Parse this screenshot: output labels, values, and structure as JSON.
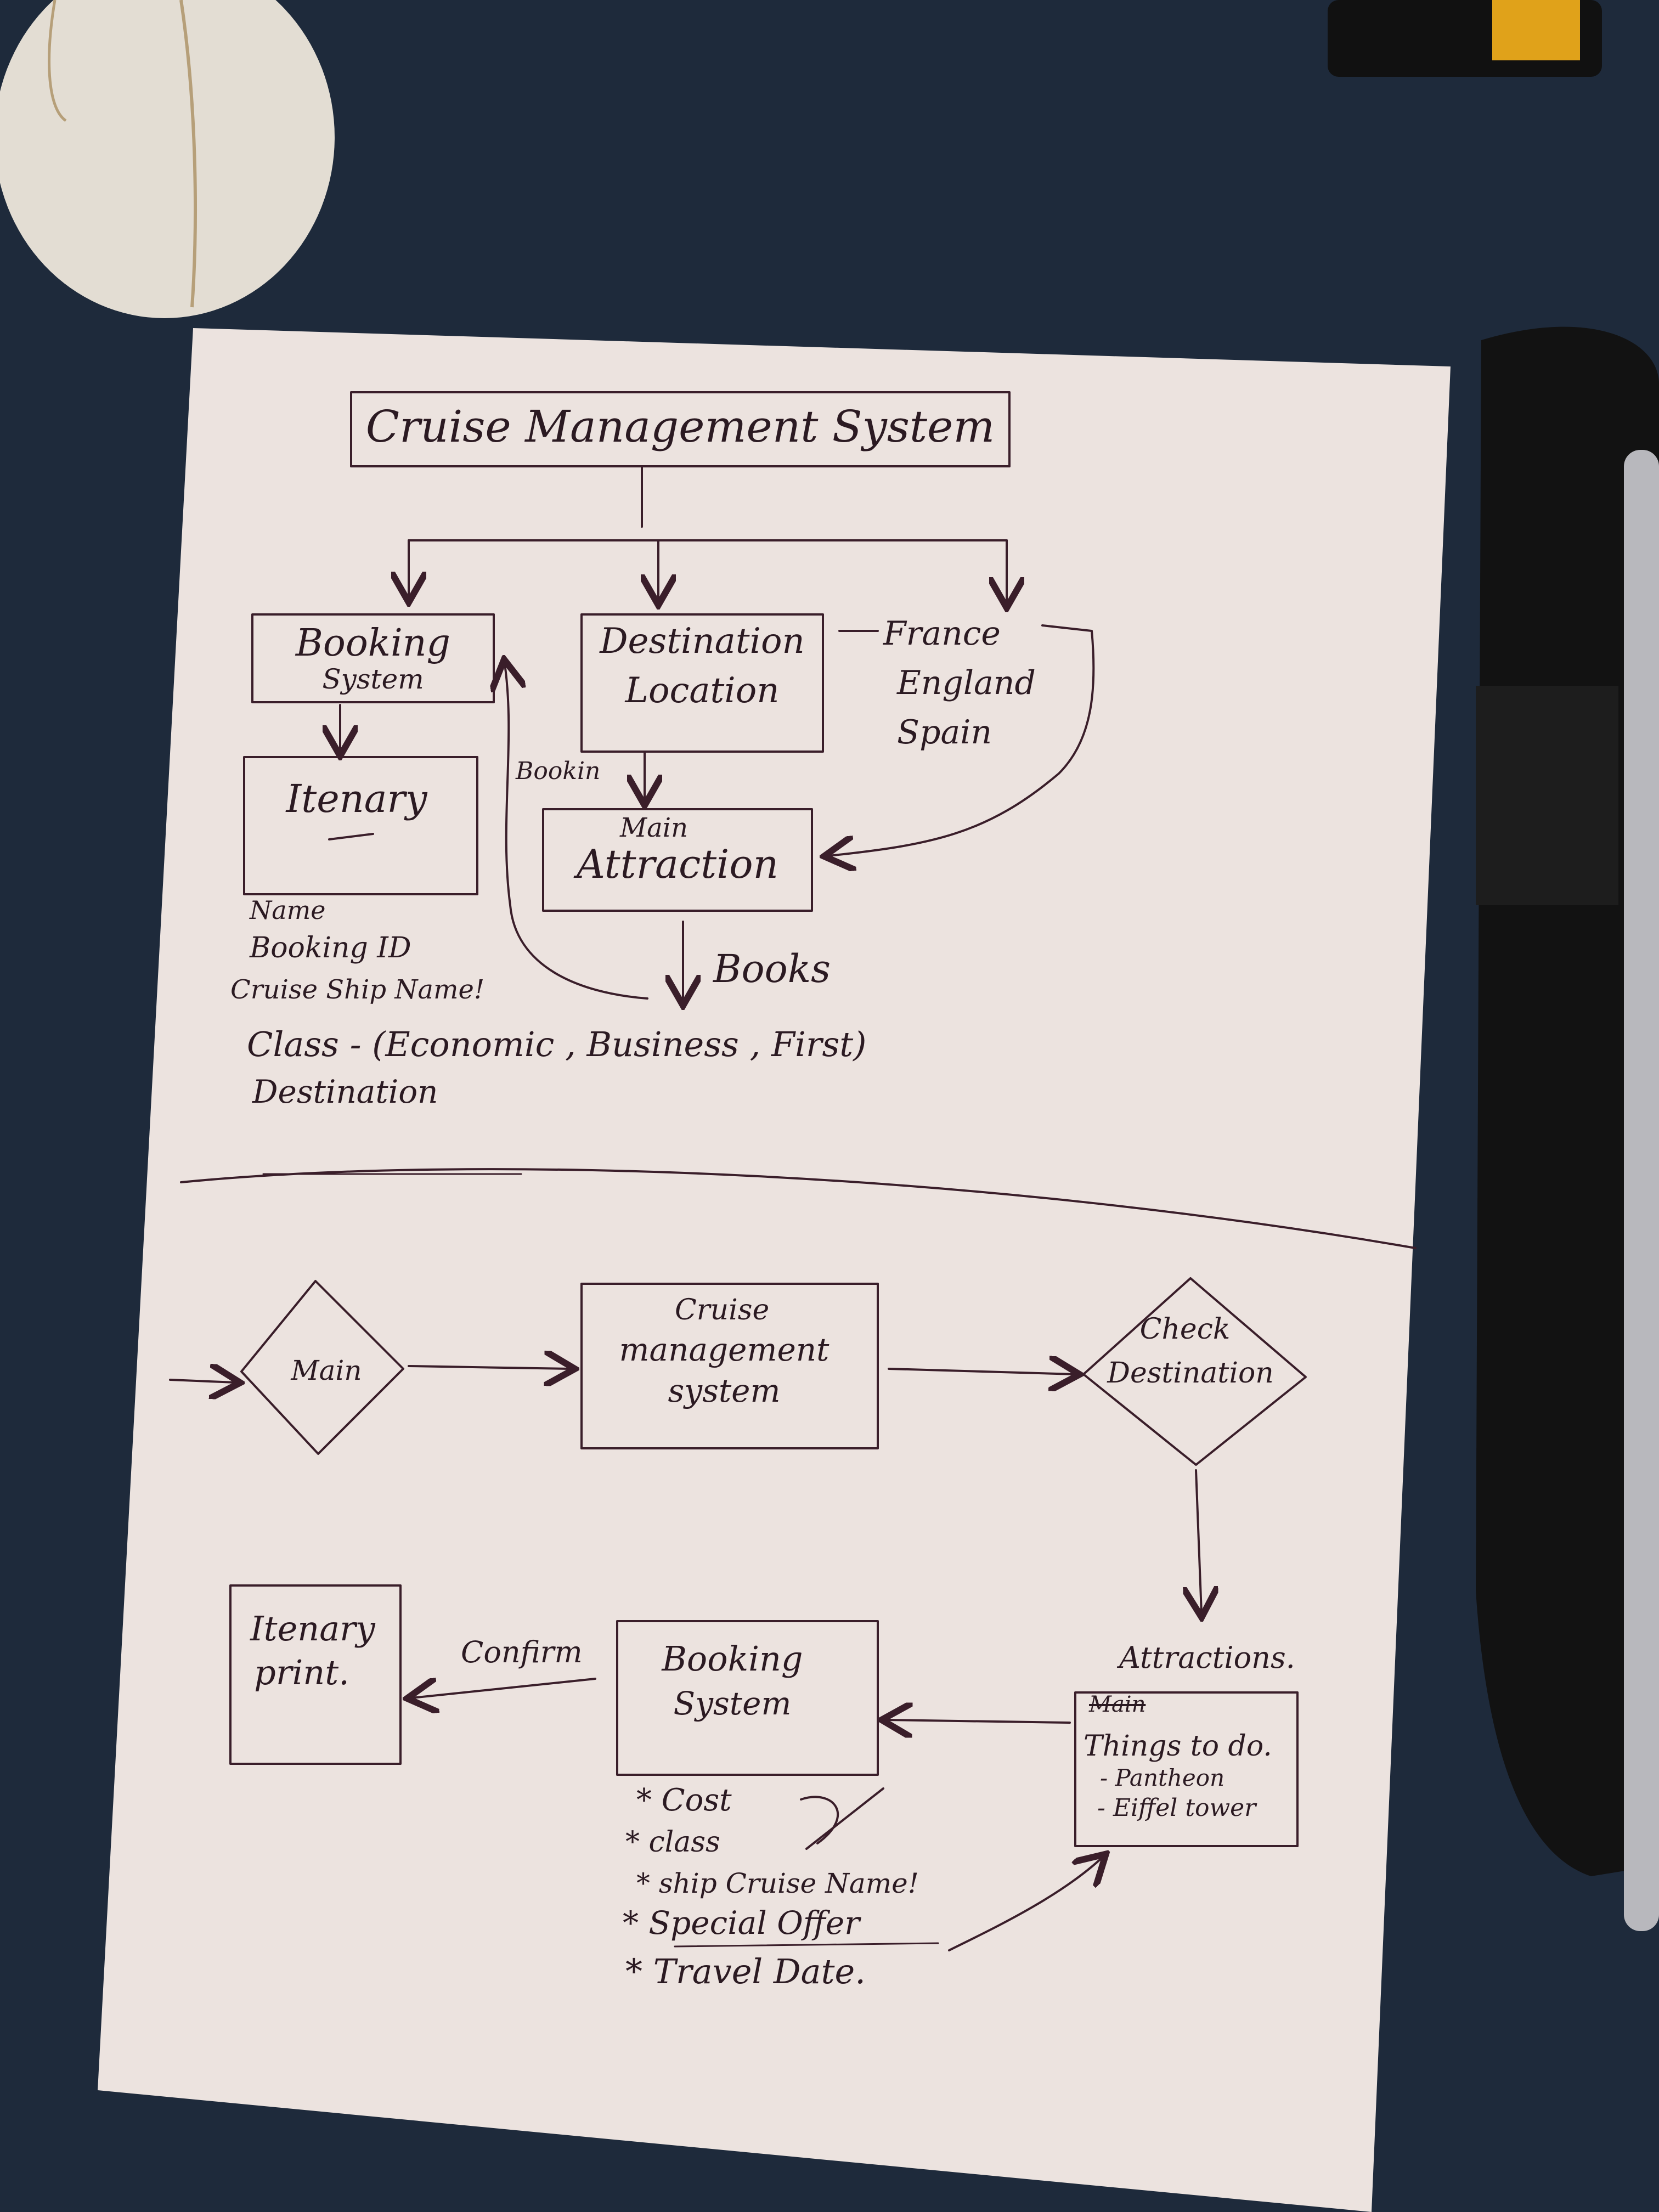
{
  "top_diagram": {
    "title": "Cruise Management System",
    "booking_system": [
      "Booking",
      "System"
    ],
    "destination_location": [
      "Destination",
      "Location"
    ],
    "countries": [
      "France",
      "England",
      "Spain"
    ],
    "itinerary": "Itenary",
    "main_attraction": [
      "Main",
      "Attraction"
    ],
    "booking_label": "Bookin",
    "books_label": "Books",
    "itinerary_fields": [
      "Name",
      "Booking ID",
      "Cruise Ship Name!",
      "Class - (Economic , Business , First)",
      "Destination"
    ]
  },
  "flow_diagram": {
    "main": "Main",
    "cruise_system": [
      "Cruise",
      "management",
      "system"
    ],
    "check_destination": [
      "Check",
      "Destination"
    ],
    "attractions": "Attractions.",
    "things_to_do": [
      "Main",
      "Things to do.",
      "- Pantheon",
      "- Eiffel tower"
    ],
    "booking_system": [
      "Booking",
      "System"
    ],
    "confirm": "Confirm",
    "itinerary_print": [
      "Itenary",
      "print."
    ],
    "booking_fields": [
      "* Cost",
      "* class",
      "* ship Cruise Name!",
      "* Special Offer",
      "* Travel Date."
    ]
  },
  "colors": {
    "background": "#1e2a3b",
    "paper": "#ede5e2",
    "ink": "#3a1e2a",
    "mouse": "#e6e1d8",
    "case": "#151515",
    "laptop": "#b9b9be"
  }
}
